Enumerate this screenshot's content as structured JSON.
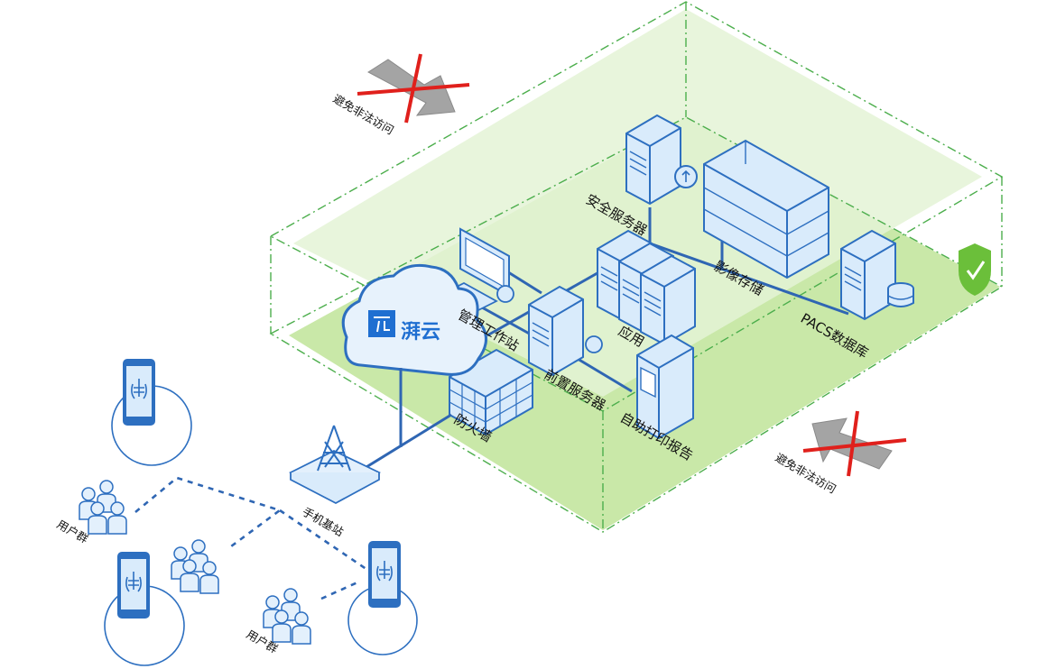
{
  "labels": {
    "security_server": "安全服务器",
    "image_storage": "影像存储",
    "pacs_db": "PACS数据库",
    "mgmt_station": "管理工作站",
    "application": "应用",
    "front_server": "前置服务器",
    "self_print": "自助打印报告",
    "firewall": "防火墙",
    "cloud_name": "湃云",
    "base_station": "手机基站",
    "user_group": "用户群",
    "avoid_access": "避免非法访问"
  },
  "colors": {
    "zone_fill": "#c9e8a8",
    "zone_top": "#e4f3d6",
    "zone_border": "#4cae4c",
    "device_blue": "#2d6fc0",
    "device_fill": "#d9ebfb",
    "link_blue": "#2f66b3",
    "cross_red": "#e0201c",
    "shield_green": "#6bbf3a"
  },
  "icons": [
    "cloud-icon",
    "firewall-icon",
    "tower-icon",
    "phone-icon",
    "people-icon",
    "shield-check-icon",
    "server-icon",
    "monitor-icon",
    "kiosk-icon",
    "cross-icon"
  ]
}
